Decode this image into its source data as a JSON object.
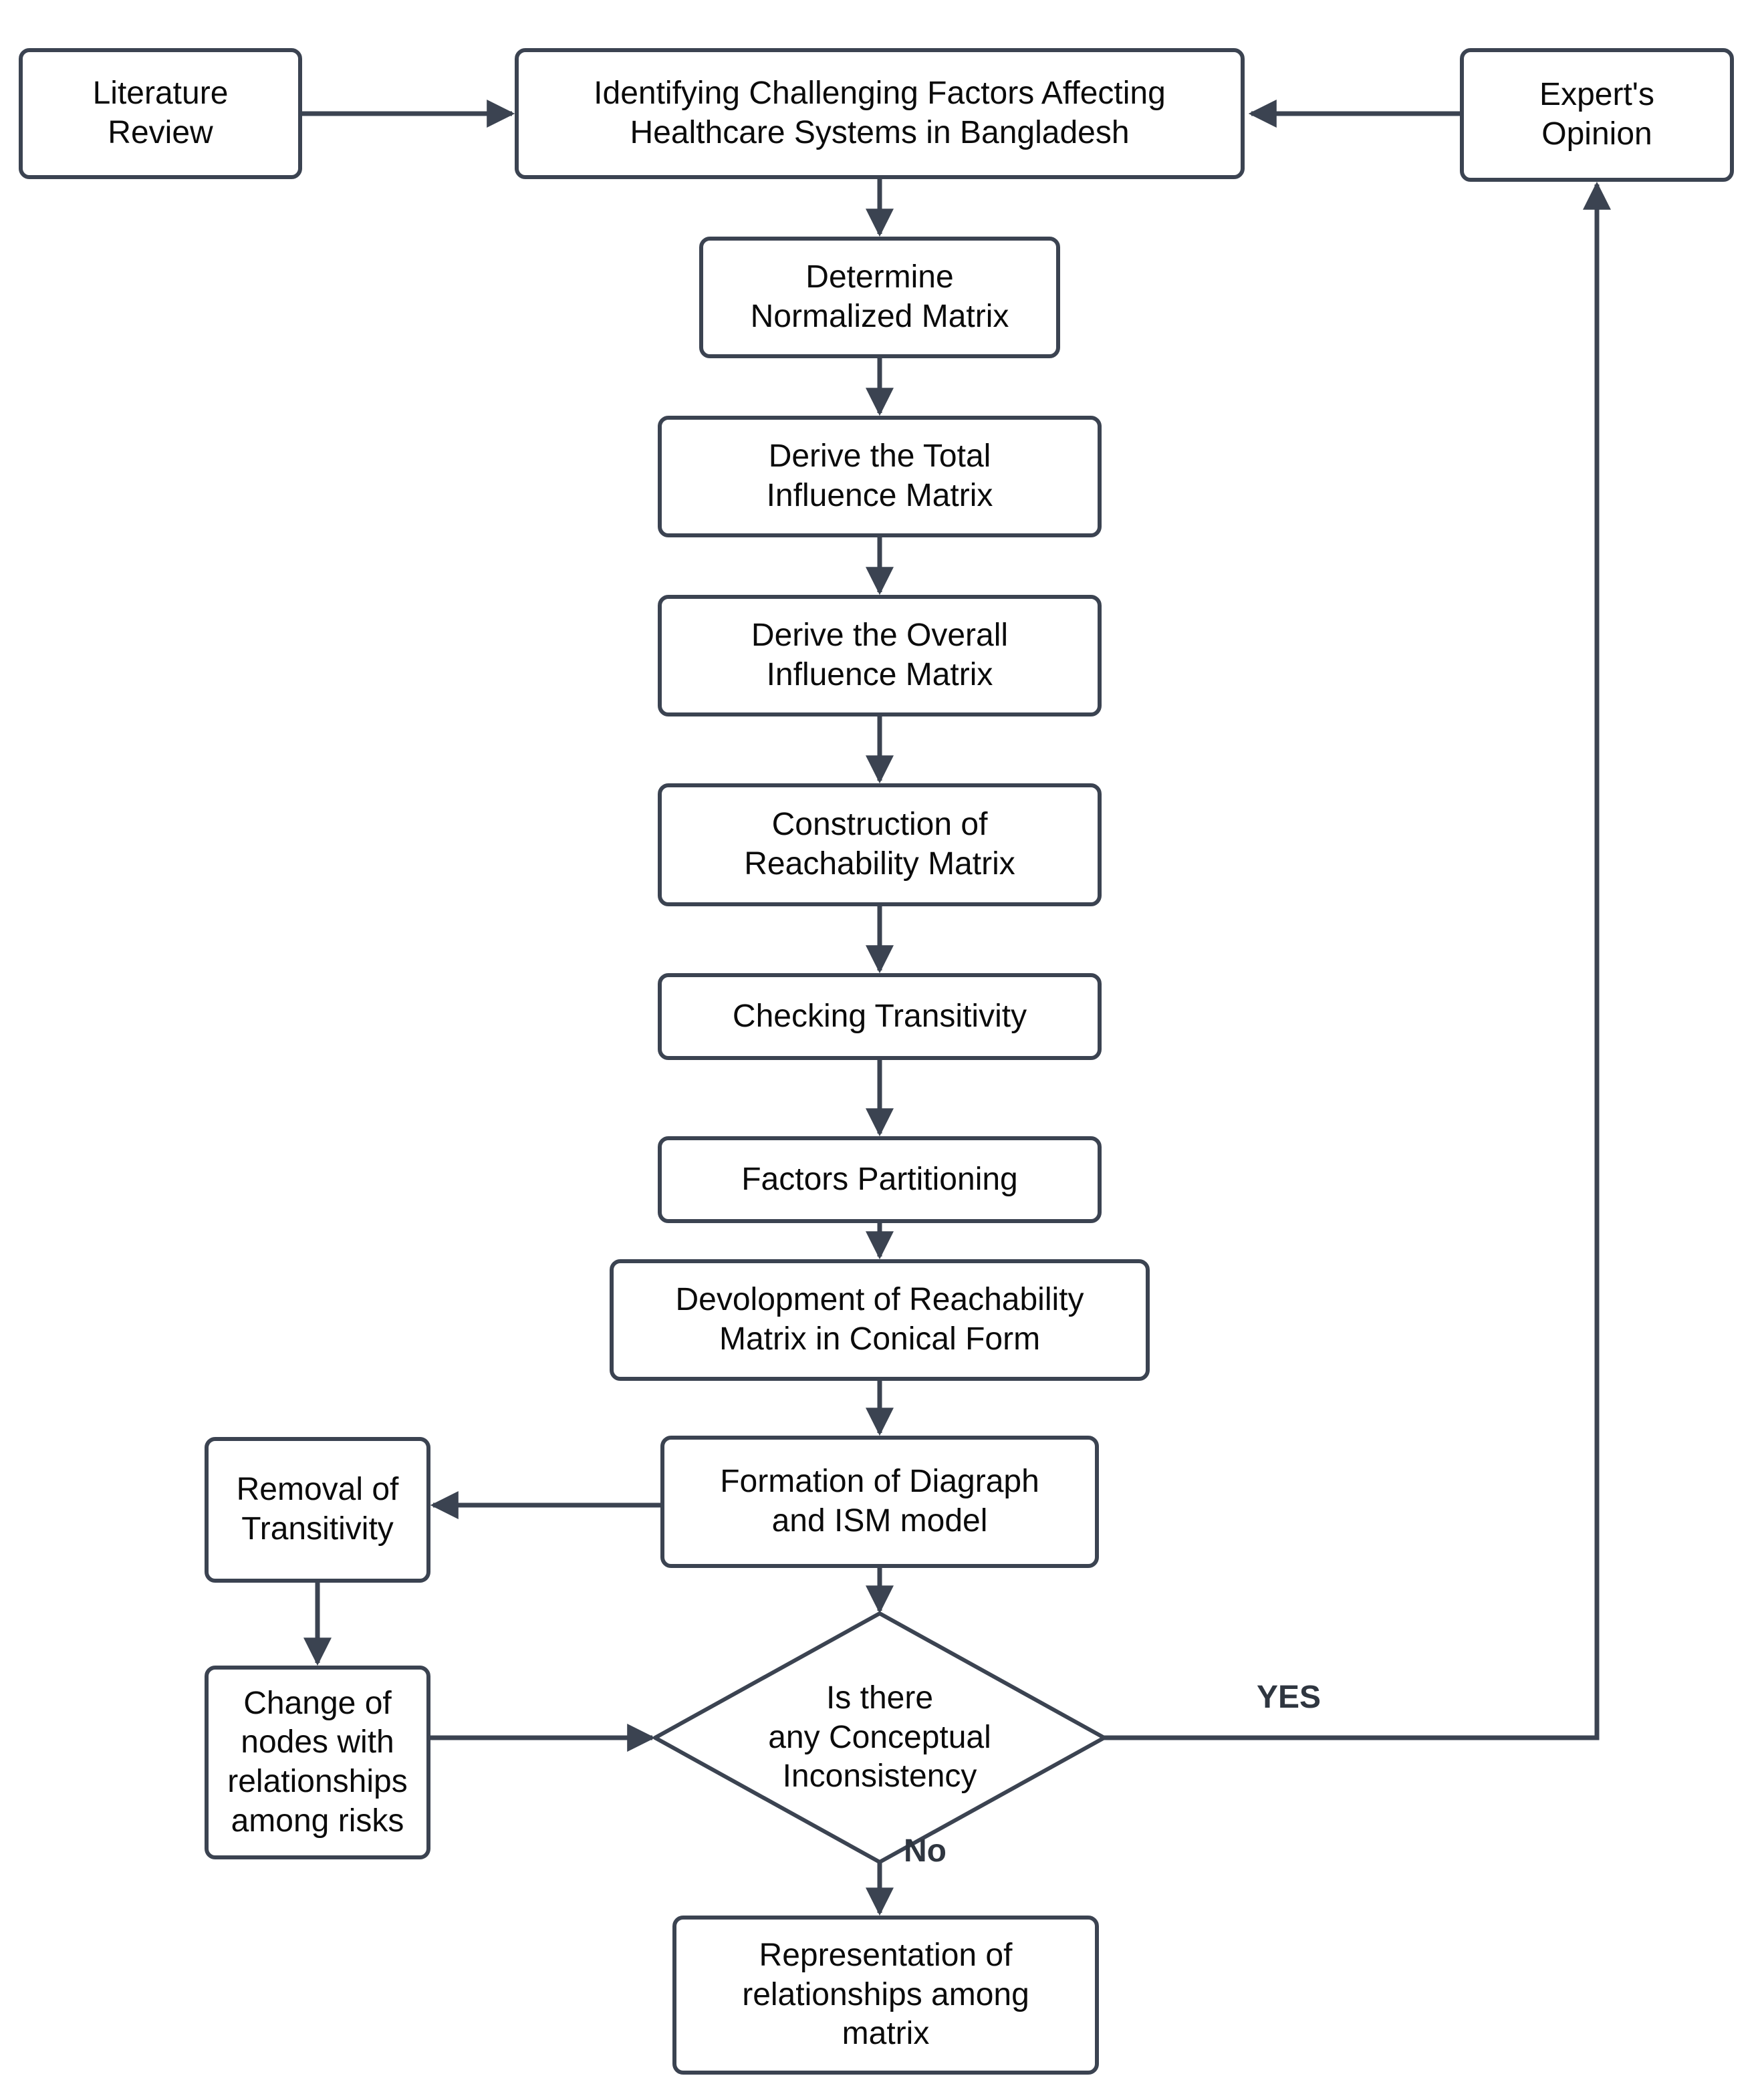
{
  "diagram": {
    "background": "#ffffff",
    "stroke_color": "#3b4351",
    "text_color": "#0b0b0b",
    "nodes": {
      "literature": {
        "label": "Literature\nReview"
      },
      "identifying": {
        "label": "Identifying Challenging Factors Affecting\nHealthcare Systems in Bangladesh"
      },
      "expert": {
        "label": "Expert's\nOpinion"
      },
      "determine": {
        "label": "Determine\nNormalized Matrix"
      },
      "derive_total": {
        "label": "Derive the Total\nInfluence Matrix"
      },
      "derive_overall": {
        "label": "Derive the Overall\nInfluence Matrix"
      },
      "construction": {
        "label": "Construction of\nReachability Matrix"
      },
      "checking": {
        "label": "Checking Transitivity"
      },
      "factors": {
        "label": "Factors Partitioning"
      },
      "devolopment": {
        "label": "Devolopment of Reachability\nMatrix in Conical Form"
      },
      "formation": {
        "label": "Formation of Diagraph\nand ISM model"
      },
      "removal": {
        "label": "Removal of\nTransitivity"
      },
      "change": {
        "label": "Change of\nnodes with\nrelationships\namong risks"
      },
      "decision": {
        "label": "Is there\nany Conceptual\nInconsistency"
      },
      "representation": {
        "label": "Representation of\nrelationships among\nmatrix"
      }
    },
    "edge_labels": {
      "yes": "YES",
      "no": "No"
    }
  }
}
